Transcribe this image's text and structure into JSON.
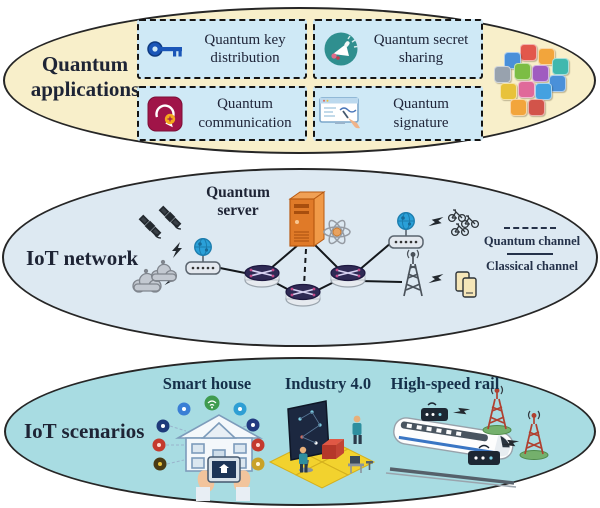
{
  "figure": {
    "type": "diagram",
    "description": "Three stacked ellipses: quantum applications, IoT network with quantum/classical channels, IoT scenarios"
  },
  "sections": {
    "quantum_applications": {
      "label": "Quantum applications",
      "bg_color": "#f8efca",
      "items": [
        {
          "label": "Quantum key distribution",
          "icon": "key-icon"
        },
        {
          "label": "Quantum secret sharing",
          "icon": "megaphone-icon"
        },
        {
          "label": "Quantum communication",
          "icon": "chat-icon"
        },
        {
          "label": "Quantum signature",
          "icon": "signature-icon"
        }
      ],
      "cluster_icon": "apps-cluster-icon"
    },
    "iot_network": {
      "label": "IoT network",
      "bg_color": "#dde9f2",
      "server_label": "Quantum server",
      "legend": [
        {
          "label": "Quantum channel",
          "line": "dashed"
        },
        {
          "label": "Classical channel",
          "line": "solid"
        }
      ],
      "nodes": [
        "quantum-server",
        "router",
        "router",
        "router",
        "gateway-modem",
        "gateway-modem",
        "satellites",
        "cloud-devices",
        "bicycles",
        "cell-tower",
        "smartphones",
        "atom"
      ]
    },
    "iot_scenarios": {
      "label": "IoT scenarios",
      "bg_color": "#a8dce2",
      "scenes": [
        {
          "label": "Smart house",
          "icon": "smart-house-icon"
        },
        {
          "label": "Industry 4.0",
          "icon": "industry-icon"
        },
        {
          "label": "High-speed rail",
          "icon": "train-icon"
        }
      ]
    }
  },
  "colors": {
    "box_fill": "#cfe9f6",
    "server_orange": "#e07a28",
    "router_top": "#2f2a55",
    "globe_blue": "#2aa0d8",
    "scenario_cyan": "#a8dce2",
    "platform_yellow": "#f2d22e",
    "tower_red": "#b04030",
    "text_dark": "#1e2435"
  }
}
